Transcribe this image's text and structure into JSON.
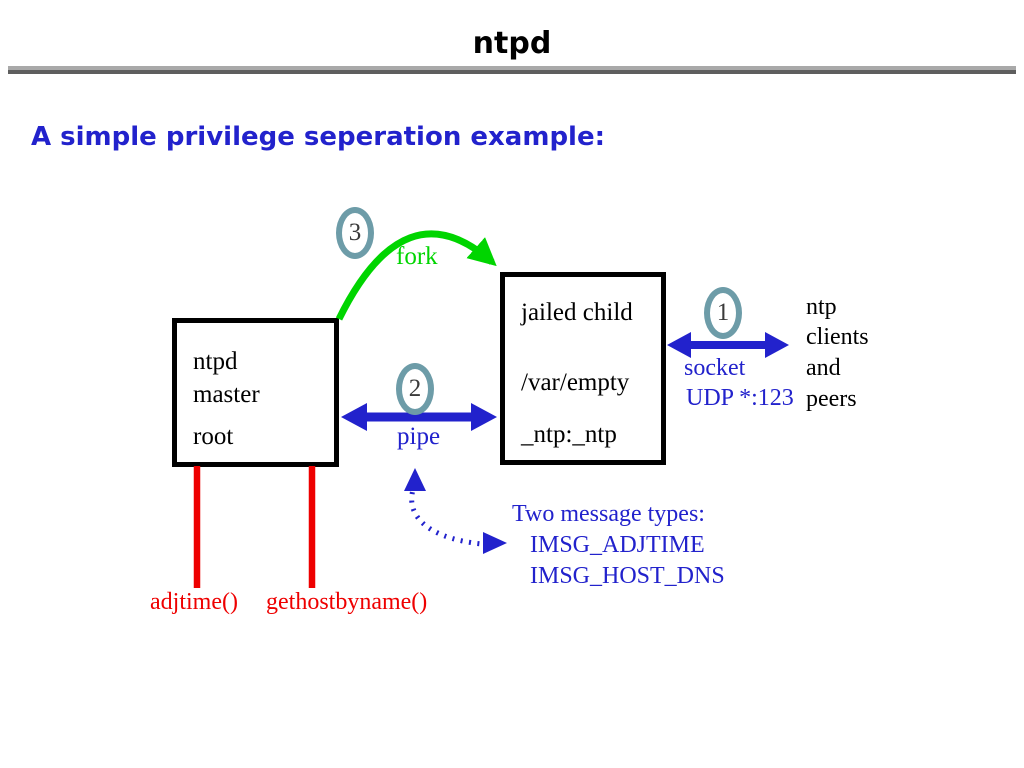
{
  "slide": {
    "title": "ntpd",
    "subtitle": "A simple privilege seperation example:"
  },
  "colors": {
    "blue": "#2222cc",
    "green": "#00d500",
    "red": "#ee0000",
    "teal": "#6d9ca8",
    "rule-light": "#a9a9a9",
    "rule-dark": "#5e5e5e"
  },
  "diagram": {
    "master_box": {
      "line1": "ntpd",
      "line2": "master",
      "line3": "root"
    },
    "child_box": {
      "line1": "jailed child",
      "line2": "/var/empty",
      "line3": "_ntp:_ntp"
    },
    "badges": {
      "fork": "3",
      "pipe": "2",
      "socket": "1"
    },
    "fork_label": "fork",
    "pipe_label": "pipe",
    "socket_label": {
      "line1": "socket",
      "line2": "UDP *:123"
    },
    "clients": {
      "line1": "ntp",
      "line2": "clients",
      "line3": "and",
      "line4": "peers"
    },
    "message_types": {
      "heading": "Two message types:",
      "item1": "IMSG_ADJTIME",
      "item2": "IMSG_HOST_DNS"
    },
    "syscalls": {
      "left": "adjtime()",
      "right": "gethostbyname()"
    }
  }
}
